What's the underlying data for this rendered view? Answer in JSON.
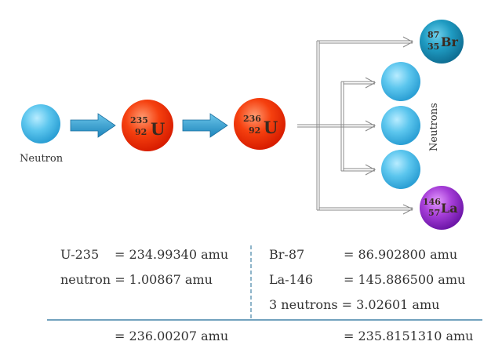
{
  "labels": {
    "neutron": "Neutron",
    "neutrons": "Neutrons"
  },
  "nuclei": {
    "u235": {
      "mass": "235",
      "atomic": "92",
      "symbol": "U"
    },
    "u236": {
      "mass": "236",
      "atomic": "92",
      "symbol": "U"
    },
    "br": {
      "mass": "87",
      "atomic": "35",
      "symbol": "Br"
    },
    "la": {
      "mass": "146",
      "atomic": "57",
      "symbol": "La"
    }
  },
  "reactants": [
    {
      "name": "U-235",
      "value": "= 234.99340 amu"
    },
    {
      "name": "neutron",
      "value": "= 1.00867 amu"
    }
  ],
  "products": [
    {
      "name": "Br-87",
      "value": "= 86.902800 amu"
    },
    {
      "name": "La-146",
      "value": "= 145.886500 amu"
    },
    {
      "name": "3 neutrons",
      "value": "= 3.02601 amu"
    }
  ],
  "totals": {
    "reactants": "= 236.00207 amu",
    "products": "= 235.8151310 amu"
  },
  "colors": {
    "neutron": "#4fc0ea",
    "uranium": "#f0340c",
    "bromine": "#1a93b8",
    "lanthanum": "#9a34d0",
    "rule": "#1f6b96"
  }
}
